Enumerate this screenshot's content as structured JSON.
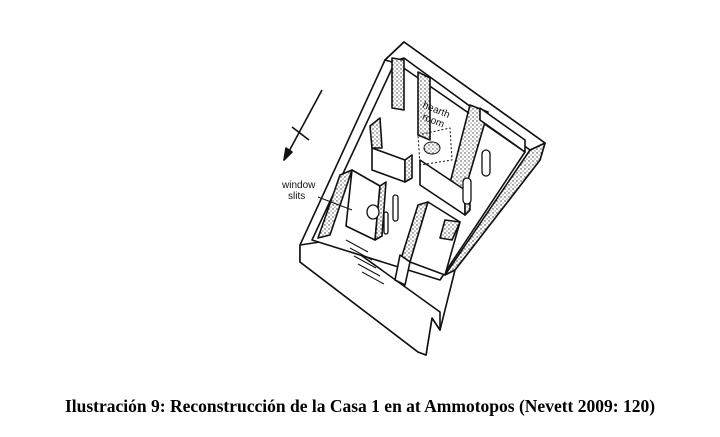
{
  "figure": {
    "labels": {
      "hearth_room_line1": "hearth",
      "hearth_room_line2": "room",
      "window_slits_line1": "window",
      "window_slits_line2": "slits"
    }
  },
  "caption": "Ilustración 9: Reconstrucción de la Casa 1 en at Ammotopos (Nevett 2009: 120)"
}
